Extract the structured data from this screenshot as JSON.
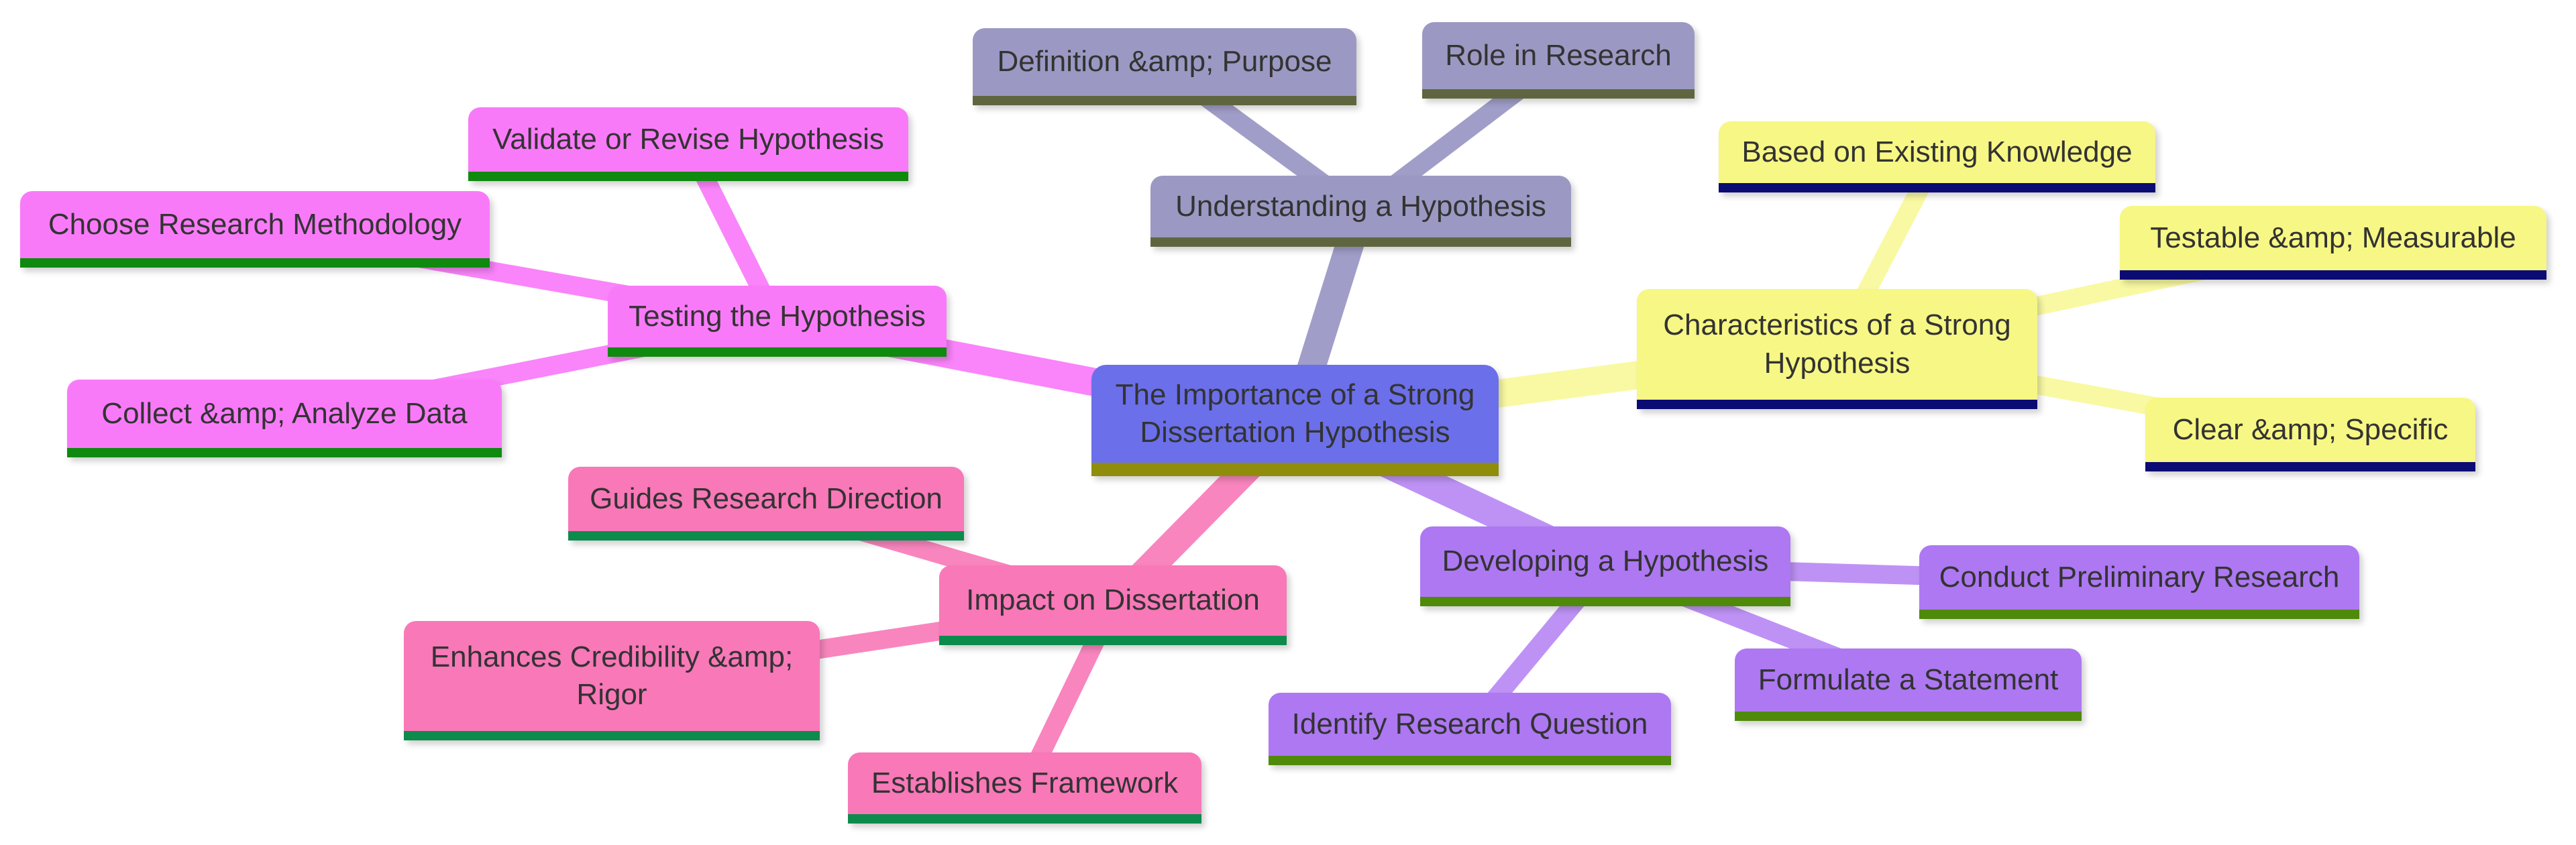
{
  "diagram_type": "mindmap",
  "background": "#ffffff",
  "text_color": "#333333",
  "root": {
    "label": "The Importance of a Strong Dissertation Hypothesis",
    "fill": "#6B6FE9",
    "underline": "#8F8D0B"
  },
  "branches": [
    {
      "topic": "Understanding a Hypothesis",
      "fill": "#9B99C3",
      "edge": "#A09EC8",
      "underline": "#5F663F",
      "children": [
        "Definition &amp; Purpose",
        "Role in Research"
      ]
    },
    {
      "topic": "Characteristics of a Strong Hypothesis",
      "fill": "#F7F785",
      "edge": "#F9F9A3",
      "underline": "#0B0B74",
      "children": [
        "Based on Existing Knowledge",
        "Testable &amp; Measurable",
        "Clear &amp; Specific"
      ]
    },
    {
      "topic": "Testing the Hypothesis",
      "fill": "#F97AF9",
      "edge": "#FA84FA",
      "underline": "#0F8A0F",
      "children": [
        "Validate or Revise Hypothesis",
        "Choose Research Methodology",
        "Collect &amp; Analyze Data"
      ]
    },
    {
      "topic": "Impact on Dissertation",
      "fill": "#F878B8",
      "edge": "#F985BE",
      "underline": "#0D8B4D",
      "children": [
        "Guides Research Direction",
        "Enhances Credibility &amp; Rigor",
        "Establishes Framework"
      ]
    },
    {
      "topic": "Developing a Hypothesis",
      "fill": "#AD78F2",
      "edge": "#BE92F5",
      "underline": "#4F8A0A",
      "children": [
        "Conduct Preliminary Research",
        "Formulate a Statement",
        "Identify Research Question"
      ]
    }
  ]
}
